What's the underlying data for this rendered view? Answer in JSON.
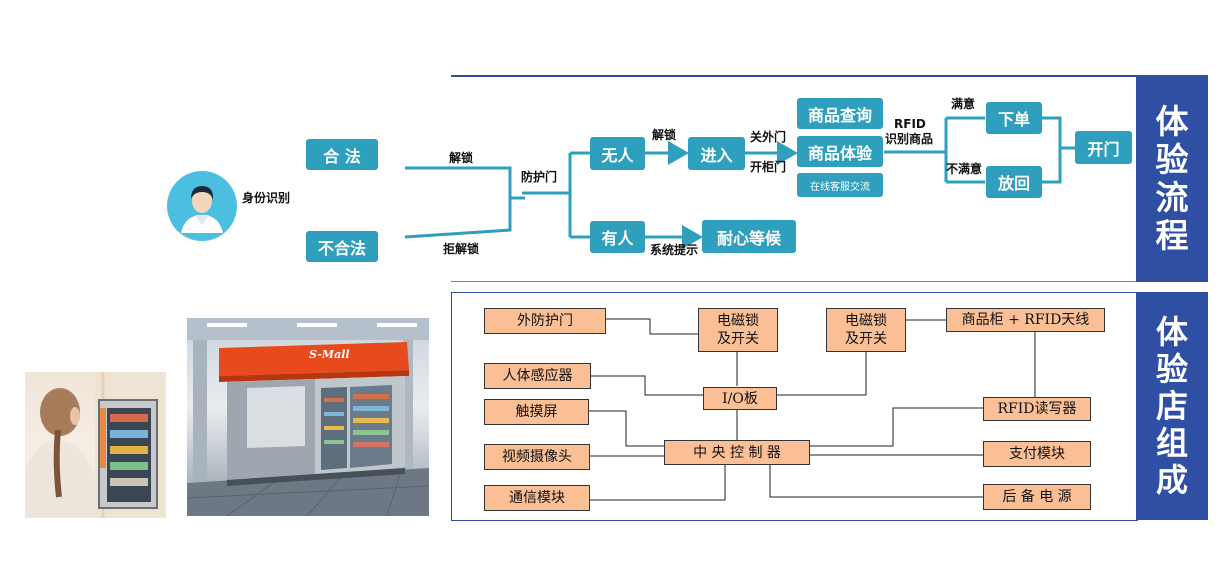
{
  "flow": {
    "banner": [
      "体",
      "验",
      "流",
      "程"
    ],
    "identity_label": "身份识别",
    "legal": "合 法",
    "illegal": "不合法",
    "unlock": "解锁",
    "refuse_unlock": "拒解锁",
    "guard_door": "防护门",
    "nobody": "无人",
    "somebody": "有人",
    "unlock2": "解锁",
    "enter": "进入",
    "close_outer": "关外门",
    "open_cabinet": "开柜门",
    "system_prompt": "系统提示",
    "wait": "耐心等候",
    "product_query": "商品查询",
    "product_experience": "商品体验",
    "online_service": "在线客服交流",
    "rfid": "RFID",
    "rfid_identify": "识别商品",
    "satisfied": "满意",
    "unsatisfied": "不满意",
    "order": "下单",
    "put_back": "放回",
    "open_door": "开门"
  },
  "composition": {
    "banner": [
      "体",
      "验",
      "店",
      "组",
      "成"
    ],
    "outer_door": "外防护门",
    "body_sensor": "人体感应器",
    "touch_screen": "触摸屏",
    "video_camera": "视频摄像头",
    "comm_module": "通信模块",
    "em_lock_1": [
      "电磁锁",
      "及开关"
    ],
    "io_board": "I/O板",
    "central_controller": "中 央 控 制 器",
    "em_lock_2": [
      "电磁锁",
      "及开关"
    ],
    "cabinet_rfid": "商品柜 + RFID天线",
    "rfid_reader": "RFID读写器",
    "payment_module": "支付模块",
    "backup_power": "后 备 电 源"
  },
  "photos": {
    "kiosk_logo": "S-Mall"
  },
  "colors": {
    "teal": "#2e9fbd",
    "navy": "#2e4fa3",
    "orange_box": "#fbbf96",
    "kiosk_red": "#e84a1e"
  }
}
